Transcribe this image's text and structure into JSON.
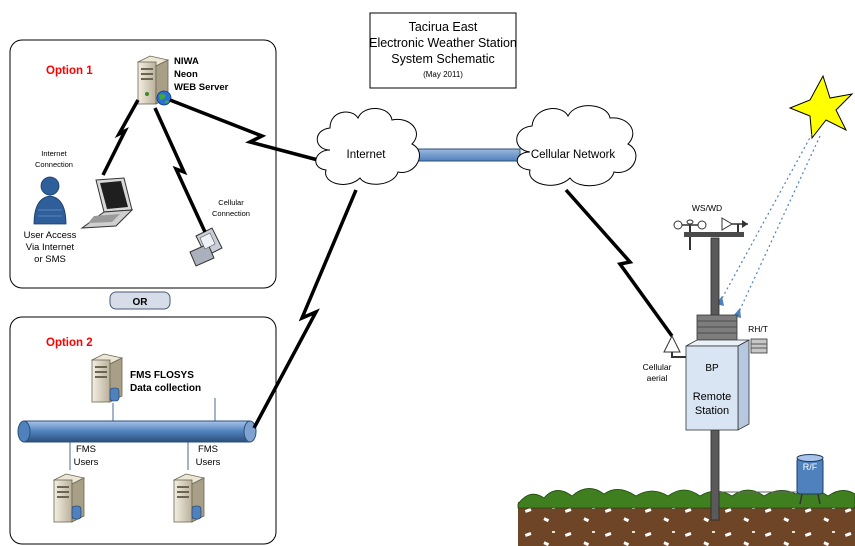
{
  "title": {
    "line1": "Tacirua East",
    "line2": "Electronic Weather Station",
    "line3": "System Schematic",
    "date": "(May 2011)"
  },
  "option1": {
    "label": "Option 1",
    "server_name_1": "NIWA",
    "server_name_2": "Neon",
    "server_name_3": "WEB Server",
    "internet_conn_1": "Internet",
    "internet_conn_2": "Connection",
    "cellular_conn_1": "Cellular",
    "cellular_conn_2": "Connection",
    "user_access_1": "User Access",
    "user_access_2": "Via Internet",
    "user_access_3": "or SMS"
  },
  "or_label": "OR",
  "option2": {
    "label": "Option 2",
    "fms_title_1": "FMS FLOSYS",
    "fms_title_2": "Data collection",
    "users_a_1": "FMS",
    "users_a_2": "Users",
    "users_b_1": "FMS",
    "users_b_2": "Users"
  },
  "clouds": {
    "internet": "Internet",
    "cellular": "Cellular Network"
  },
  "station": {
    "ws_wd": "WS/WD",
    "rh_t": "RH/T",
    "bp": "BP",
    "remote_1": "Remote",
    "remote_2": "Station",
    "aerial_1": "Cellular",
    "aerial_2": "aerial",
    "rf": "R/F"
  },
  "colors": {
    "option_red": "#ff0000",
    "pipe_blue": "#4f81bd",
    "sun_yellow": "#ffff00",
    "soil_brown": "#7a4e2c",
    "grass_green": "#3f7f1f",
    "station_box": "#d9e5f3"
  }
}
